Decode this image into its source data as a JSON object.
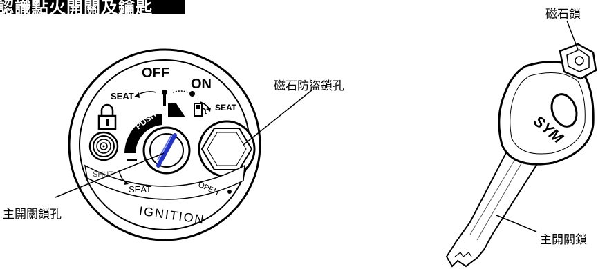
{
  "header": {
    "title": "認識點火開關及鑰匙"
  },
  "labels": {
    "magnet_lock": "磁石鎖",
    "magnet_antitheft_hole": "磁石防盜鎖孔",
    "main_switch_hole": "主開關鎖孔",
    "main_switch_key": "主開關鎖"
  },
  "ignition": {
    "off": "OFF",
    "on": "ON",
    "seat_left": "SEAT",
    "seat_right": "SEAT",
    "push": "PUSH",
    "shut": "SHUT",
    "seat_bottom": "SEAT",
    "open": "OPEN",
    "ignition": "IGNITION"
  },
  "key": {
    "brand": "SYM"
  }
}
